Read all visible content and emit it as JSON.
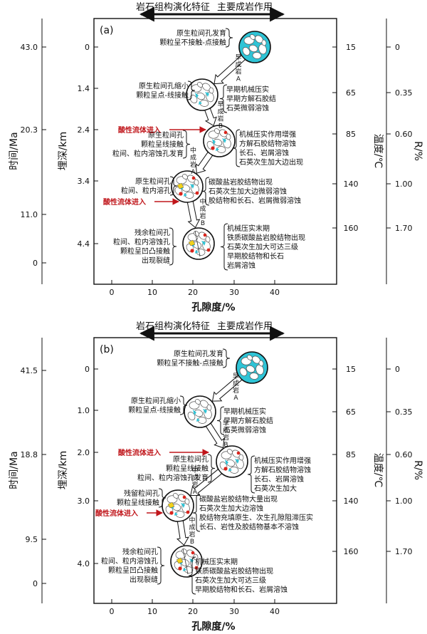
{
  "panels": [
    {
      "label": "(a)",
      "header": {
        "left": "岩石组构演化特征",
        "right": "主要成岩作用"
      },
      "time_axis": {
        "title": "时间/Ma",
        "ticks": [
          "43.0",
          "20.3",
          "11.0",
          "0"
        ]
      },
      "depth_axis": {
        "title": "埋深/km",
        "ticks": [
          "0",
          "1.4",
          "2.4",
          "3.4",
          "4.4"
        ]
      },
      "temp_axis": {
        "title": "温度/℃",
        "ticks": [
          "15",
          "65",
          "85",
          "140",
          "160"
        ]
      },
      "r_axis": {
        "title": "R/%",
        "ticks": [
          "0",
          "0.35",
          "0.60",
          "1.00",
          "1.70"
        ]
      },
      "porosity_axis": {
        "title": "孔隙度/%",
        "ticks": [
          "0",
          "10",
          "20",
          "30",
          "40"
        ]
      },
      "left_notes": [
        [
          "原生粒间孔发育",
          "颗粒呈不接触-点接触"
        ],
        [
          "原生粒间孔缩小",
          "颗粒呈点-线接触"
        ],
        [
          "原生粒间孔",
          "颗粒呈线接触",
          "粒间、粒内溶蚀孔发育"
        ],
        [
          "原生粒间孔",
          "粒间、粒内溶孔"
        ],
        [
          "残余粒间孔",
          "粒间、粒内溶蚀孔",
          "颗粒呈凹凸接触",
          "出现裂缝"
        ]
      ],
      "right_notes": [
        [
          "早期机械压实",
          "早期方解石胶结",
          "石英微弱溶蚀"
        ],
        [
          "机械压实作用增强",
          "方解石胶结物溶蚀",
          "长石、岩屑溶蚀",
          "石英次生加大边出现"
        ],
        [
          "碳酸盐岩胶结物出现",
          "石英次生加大边微弱溶蚀",
          "胶结物和长石、岩屑微弱溶蚀"
        ],
        [
          "机械压实末期",
          "铁质碳酸盐岩胶结物出现",
          "石英次生加大可达三级",
          "早期胶结物和长石",
          "岩屑溶蚀"
        ]
      ],
      "acid_labels": [
        "酸性流体进入",
        "酸性流体进入"
      ],
      "stage_labels": [
        "早成岩A",
        "早成岩B",
        "中成岩A",
        "中成岩B"
      ]
    },
    {
      "label": "(b)",
      "header": {
        "left": "岩石组构演化特征",
        "right": "主要成岩作用"
      },
      "time_axis": {
        "title": "时间/Ma",
        "ticks": [
          "41.5",
          "18.8",
          "9.5",
          "0"
        ]
      },
      "depth_axis": {
        "title": "埋深/km",
        "ticks": [
          "0",
          "1.0",
          "2.0",
          "3.0",
          "4.0"
        ]
      },
      "temp_axis": {
        "title": "温度/℃",
        "ticks": [
          "15",
          "65",
          "85",
          "140",
          "160"
        ]
      },
      "r_axis": {
        "title": "R/%",
        "ticks": [
          "0",
          "0.35",
          "0.60",
          "1.00",
          "1.70"
        ]
      },
      "porosity_axis": {
        "title": "孔隙度/%",
        "ticks": [
          "0",
          "10",
          "20",
          "30",
          "40"
        ]
      },
      "left_notes": [
        [
          "原生粒间孔发育",
          "颗粒呈不接触-点接触"
        ],
        [
          "原生粒间孔缩小",
          "颗粒呈点-线接触"
        ],
        [
          "原生粒间孔",
          "颗粒呈线接触",
          "粒间、粒内溶蚀孔发育"
        ],
        [
          "残留粒间孔",
          "颗粒呈线接触"
        ],
        [
          "残余粒间孔",
          "粒间、粒内溶蚀孔",
          "颗粒呈凹凸接触",
          "出现裂缝"
        ]
      ],
      "right_notes": [
        [
          "早期机械压实",
          "早期方解石胶结",
          "石英微弱溶蚀"
        ],
        [
          "机械压实作用增强",
          "方解石胶结物溶蚀",
          "长石、岩屑溶蚀",
          "石英次生加大"
        ],
        [
          "碳酸盐岩胶结物大量出现",
          "石英次生加大边溶蚀",
          "胶结物充填原生、次生孔隙阻滞压实",
          "长石、岩性及胶结物基本不溶蚀"
        ],
        [
          "机械压实末期",
          "铁质碳酸盐岩胶结物出现",
          "石英次生加大可达三级",
          "早期胶结物和长石、岩屑溶蚀"
        ]
      ],
      "acid_labels": [
        "酸性流体进入",
        "酸性流体进入"
      ],
      "stage_labels": [
        "早成岩A",
        "早成岩B",
        "中成岩A",
        "中成岩B"
      ]
    }
  ]
}
